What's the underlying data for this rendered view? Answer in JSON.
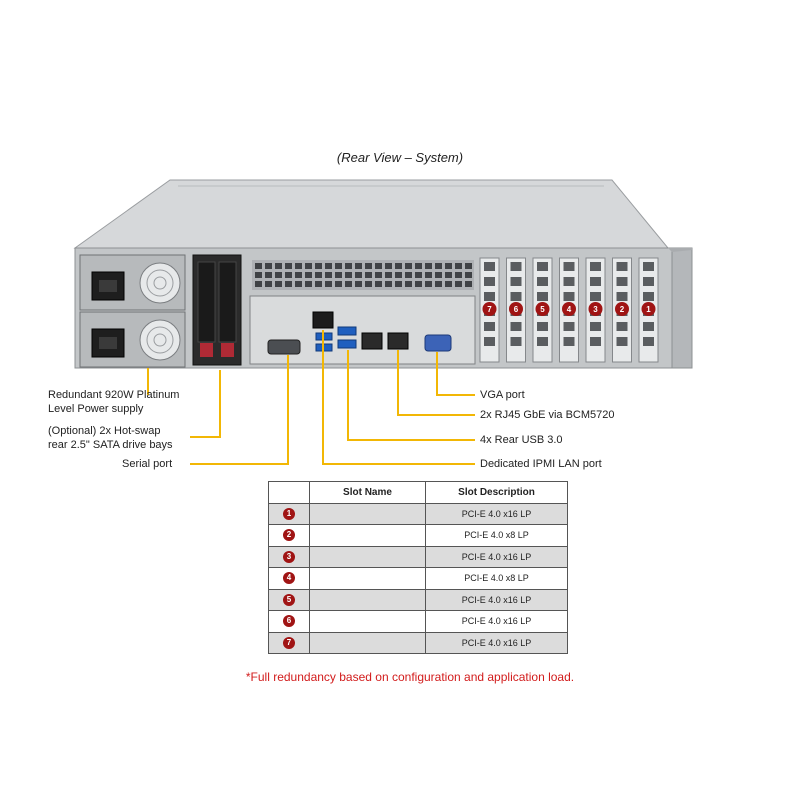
{
  "title": "(Rear View – System)",
  "callouts_left": {
    "power_line1": "Redundant  920W Platinum",
    "power_line2": "Level Power supply",
    "drives_line1": "(Optional)  2x Hot-swap",
    "drives_line2": "rear  2.5\" SATA drive  bays",
    "serial": "Serial  port"
  },
  "callouts_right": {
    "vga": "VGA port",
    "rj45": "2x  RJ45  GbE via  BCM5720",
    "usb": "4x Rear USB 3.0",
    "ipmi": "Dedicated  IPMI LAN port"
  },
  "slot_badges": [
    "7",
    "6",
    "5",
    "4",
    "3",
    "2",
    "1"
  ],
  "table": {
    "headers": [
      "",
      "Slot Name",
      "Slot Description"
    ],
    "rows": [
      {
        "num": "1",
        "name": "",
        "desc": "PCI-E 4.0 x16 LP"
      },
      {
        "num": "2",
        "name": "",
        "desc": "PCI-E 4.0 x8 LP"
      },
      {
        "num": "3",
        "name": "",
        "desc": "PCI-E 4.0 x16 LP"
      },
      {
        "num": "4",
        "name": "",
        "desc": "PCI-E 4.0 x8 LP"
      },
      {
        "num": "5",
        "name": "",
        "desc": "PCI-E 4.0 x16 LP"
      },
      {
        "num": "6",
        "name": "",
        "desc": "PCI-E 4.0 x16 LP"
      },
      {
        "num": "7",
        "name": "",
        "desc": "PCI-E 4.0 x16 LP"
      }
    ]
  },
  "note": "*Full redundancy based on configuration and application load.",
  "colors": {
    "leader": "#f2b705",
    "badge": "#a01414",
    "note": "#d21c1c",
    "chassis": "#c9ccce"
  }
}
